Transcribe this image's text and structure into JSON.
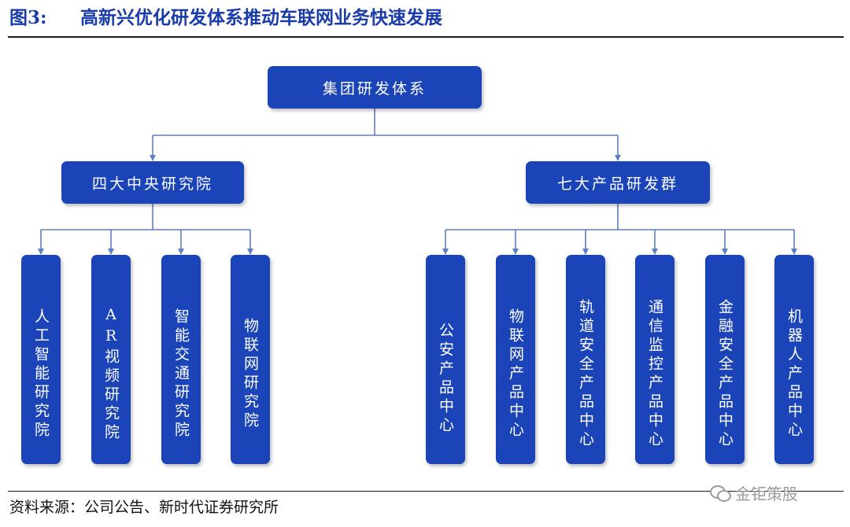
{
  "figure": {
    "number": "图3:",
    "title": "高新兴优化研发体系推动车联网业务快速发展"
  },
  "org_chart": {
    "root": "集团研发体系",
    "branches": [
      {
        "label": "四大中央研究院",
        "children": [
          "人工智能研究院",
          "AR视频研究院",
          "智能交通研究院",
          "物联网研究院"
        ]
      },
      {
        "label": "七大产品研发群",
        "children": [
          "公安产品中心",
          "物联网产品中心",
          "轨道安全产品中心",
          "通信监控产品中心",
          "金融安全产品中心",
          "机器人产品中心"
        ]
      }
    ]
  },
  "source": "资料来源：公司公告、新时代证券研究所",
  "watermark": "金钜策股",
  "colors": {
    "box_fill": "#1a44b8",
    "connector": "#5b7fc6",
    "title_text": "#1a3caa"
  }
}
